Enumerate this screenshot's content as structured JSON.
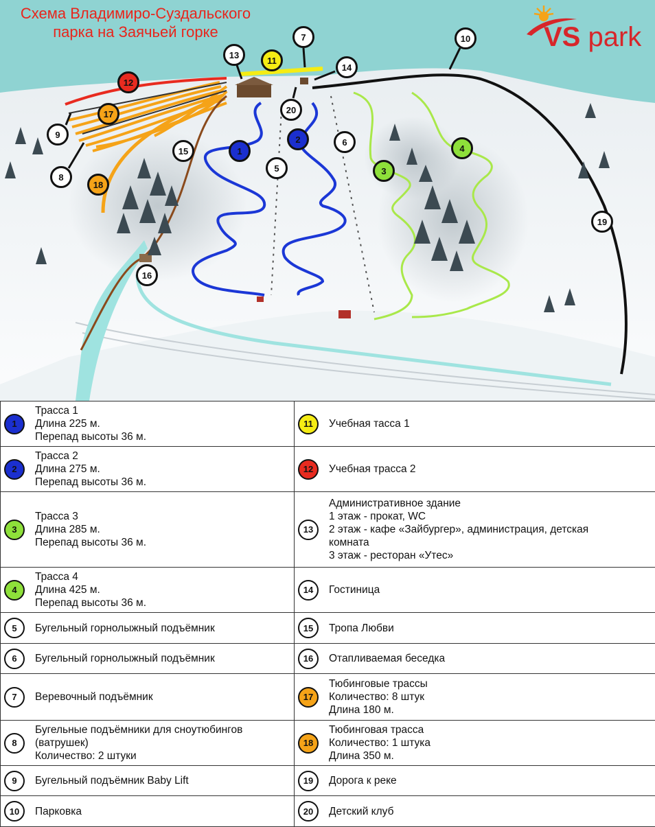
{
  "map": {
    "title_line1": "Схема Владимиро-Суздальского",
    "title_line2": "парка на Заячьей горке",
    "logo": {
      "bold": "VS",
      "regular": "park",
      "icon": "sun-swoosh-icon"
    },
    "colors": {
      "sky": "#8fd3d2",
      "snow": "#f4f7f8",
      "blue_track": "#1b37d6",
      "green_track": "#a9e84a",
      "black_road": "#111111",
      "orange_tubing": "#f5a318",
      "red_track": "#e82b20",
      "yellow_track": "#f5ec14",
      "river": "#9fe3e0",
      "path": "#8a4a1c"
    }
  },
  "markers": [
    {
      "n": "1",
      "bg": "#1b2fcf",
      "fg": "#111"
    },
    {
      "n": "2",
      "bg": "#1b2fcf",
      "fg": "#111"
    },
    {
      "n": "3",
      "bg": "#8ee03a",
      "fg": "#111"
    },
    {
      "n": "4",
      "bg": "#8ee03a",
      "fg": "#111"
    },
    {
      "n": "5",
      "bg": "#ffffff",
      "fg": "#111"
    },
    {
      "n": "6",
      "bg": "#ffffff",
      "fg": "#111"
    },
    {
      "n": "7",
      "bg": "#ffffff",
      "fg": "#111"
    },
    {
      "n": "8",
      "bg": "#ffffff",
      "fg": "#111"
    },
    {
      "n": "9",
      "bg": "#ffffff",
      "fg": "#111"
    },
    {
      "n": "10",
      "bg": "#ffffff",
      "fg": "#111"
    },
    {
      "n": "11",
      "bg": "#f5ec14",
      "fg": "#111"
    },
    {
      "n": "12",
      "bg": "#e82b20",
      "fg": "#111"
    },
    {
      "n": "13",
      "bg": "#ffffff",
      "fg": "#111"
    },
    {
      "n": "14",
      "bg": "#ffffff",
      "fg": "#111"
    },
    {
      "n": "15",
      "bg": "#ffffff",
      "fg": "#111"
    },
    {
      "n": "16",
      "bg": "#ffffff",
      "fg": "#111"
    },
    {
      "n": "17",
      "bg": "#f5a318",
      "fg": "#111"
    },
    {
      "n": "18",
      "bg": "#f5a318",
      "fg": "#111"
    },
    {
      "n": "19",
      "bg": "#ffffff",
      "fg": "#111"
    },
    {
      "n": "20",
      "bg": "#ffffff",
      "fg": "#111"
    }
  ],
  "legend": {
    "rows": [
      {
        "left": {
          "n": "1",
          "bg": "#1b2fcf",
          "lines": [
            "Трасса 1",
            "Длина 225 м.",
            "Перепад высоты 36 м."
          ]
        },
        "right": {
          "n": "11",
          "bg": "#f5ec14",
          "lines": [
            "Учебная тасса 1"
          ]
        }
      },
      {
        "left": {
          "n": "2",
          "bg": "#1b2fcf",
          "lines": [
            "Трасса 2",
            "Длина 275 м.",
            "Перепад высоты 36 м."
          ]
        },
        "right": {
          "n": "12",
          "bg": "#e82b20",
          "lines": [
            "Учебная трасса 2"
          ]
        }
      },
      {
        "left": {
          "n": "3",
          "bg": "#8ee03a",
          "lines": [
            "Трасса 3",
            "Длина 285 м.",
            "Перепад высоты 36 м."
          ]
        },
        "right": {
          "n": "13",
          "bg": "#ffffff",
          "lines": [
            "Административное здание",
            "1 этаж - прокат, WC",
            "2 этаж - кафе «Зайбургер», администрация, детская",
            "комната",
            "3 этаж - ресторан «Утес»"
          ]
        }
      },
      {
        "left": {
          "n": "4",
          "bg": "#8ee03a",
          "lines": [
            "Трасса 4",
            "Длина 425 м.",
            "Перепад высоты 36 м."
          ]
        },
        "right": {
          "n": "14",
          "bg": "#ffffff",
          "lines": [
            "Гостиница"
          ]
        }
      },
      {
        "left": {
          "n": "5",
          "bg": "#ffffff",
          "lines": [
            "Бугельный горнолыжный подъёмник"
          ]
        },
        "right": {
          "n": "15",
          "bg": "#ffffff",
          "lines": [
            "Тропа Любви"
          ]
        }
      },
      {
        "left": {
          "n": "6",
          "bg": "#ffffff",
          "lines": [
            "Бугельный горнолыжный подъёмник"
          ]
        },
        "right": {
          "n": "16",
          "bg": "#ffffff",
          "lines": [
            "Отапливаемая беседка"
          ]
        }
      },
      {
        "left": {
          "n": "7",
          "bg": "#ffffff",
          "lines": [
            "Веревочный подъёмник"
          ]
        },
        "right": {
          "n": "17",
          "bg": "#f5a318",
          "lines": [
            "Тюбинговые трассы",
            "Количество: 8 штук",
            "Длина 180 м."
          ]
        }
      },
      {
        "left": {
          "n": "8",
          "bg": "#ffffff",
          "lines": [
            "Бугельные подъёмники для сноутюбингов",
            "(ватрушек)",
            "Количество: 2 штуки"
          ]
        },
        "right": {
          "n": "18",
          "bg": "#f5a318",
          "lines": [
            "Тюбинговая трасса",
            "Количество: 1 штука",
            "Длина 350 м."
          ]
        }
      },
      {
        "left": {
          "n": "9",
          "bg": "#ffffff",
          "lines": [
            "Бугельный подъёмник Baby Lift"
          ]
        },
        "right": {
          "n": "19",
          "bg": "#ffffff",
          "lines": [
            "Дорога к реке"
          ]
        }
      },
      {
        "left": {
          "n": "10",
          "bg": "#ffffff",
          "lines": [
            "Парковка"
          ]
        },
        "right": {
          "n": "20",
          "bg": "#ffffff",
          "lines": [
            "Детский клуб"
          ]
        }
      }
    ]
  }
}
